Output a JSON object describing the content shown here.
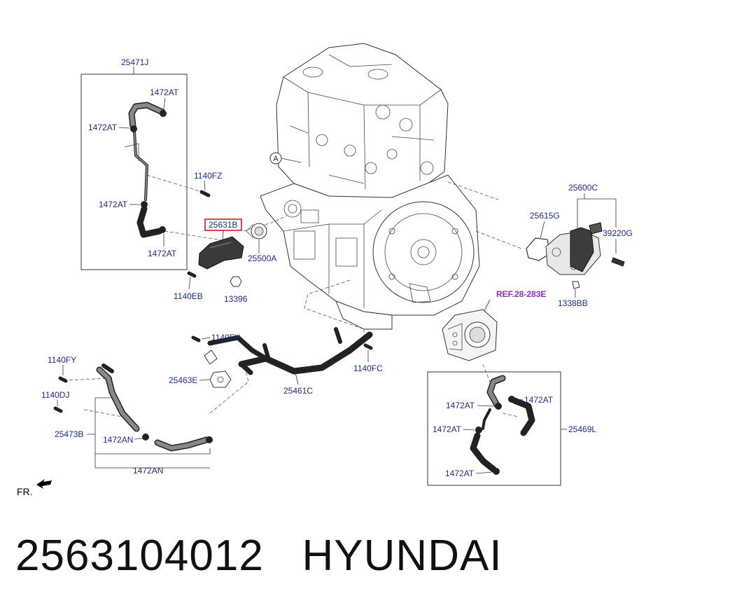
{
  "labels": {
    "l_25471J": "25471J",
    "l_1472AT_a": "1472AT",
    "l_1472AT_b": "1472AT",
    "l_1472AT_c": "1472AT",
    "l_1472AT_d": "1472AT",
    "l_1140FZ": "1140FZ",
    "l_25631B": "25631B",
    "l_25500A": "25500A",
    "l_1140EB": "1140EB",
    "l_13396": "13396",
    "l_A": "A",
    "l_25600C": "25600C",
    "l_25615G": "25615G",
    "l_39220G": "39220G",
    "l_1338BB": "1338BB",
    "l_REF": "REF.28-283E",
    "l_1140FY_a": "1140FY",
    "l_1140FY_b": "1140FY",
    "l_25463E": "25463E",
    "l_25461C": "25461C",
    "l_1140FC": "1140FC",
    "l_1140DJ": "1140DJ",
    "l_25473B": "25473B",
    "l_1472AN_a": "1472AN",
    "l_1472AN_b": "1472AN",
    "l_1472AT_e": "1472AT",
    "l_1472AT_f": "1472AT",
    "l_1472AT_g": "1472AT",
    "l_1472AT_h": "1472AT",
    "l_25469L": "25469L",
    "l_FR": "FR."
  },
  "caption": {
    "part_number": "2563104012",
    "brand": "HYUNDAI"
  },
  "colors": {
    "label_text": "#1f2c8a",
    "ref_text": "#8a2fb8",
    "highlight_box": "#d01818"
  }
}
